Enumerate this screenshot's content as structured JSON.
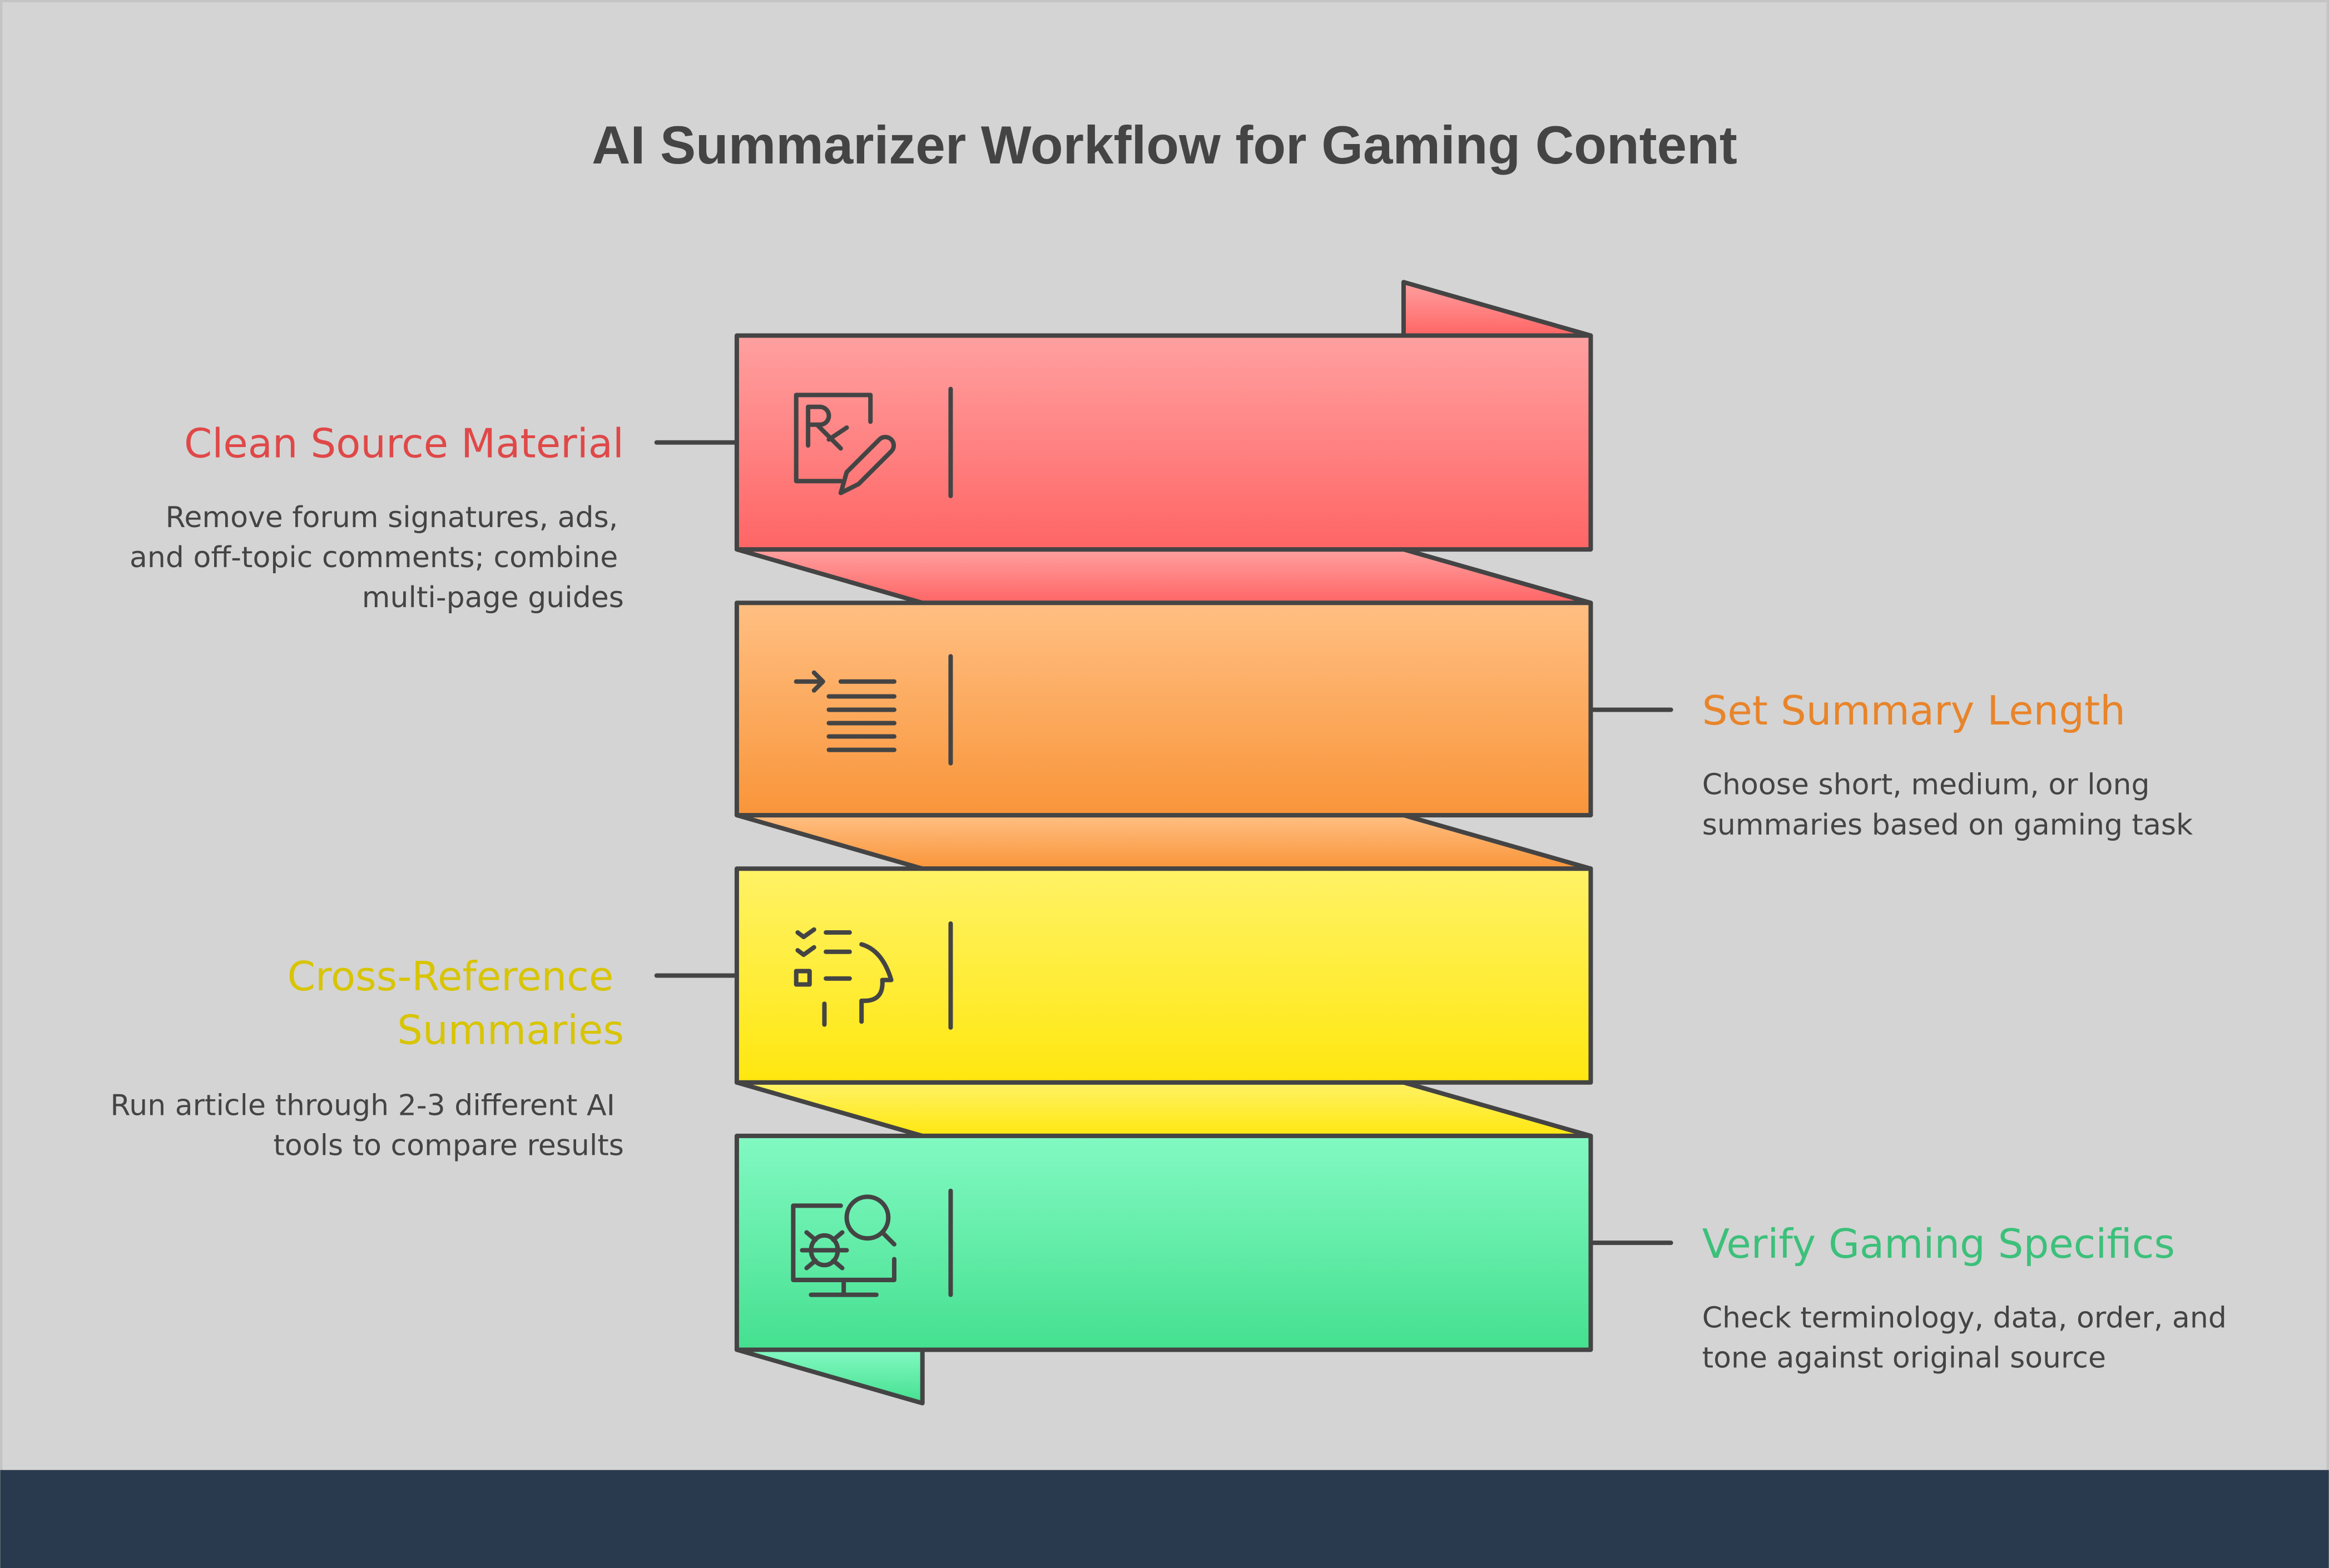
{
  "title": "AI Summarizer Workflow for Gaming Content",
  "steps": [
    {
      "label": "Clean Source Material",
      "label_lines": [
        "Clean Source Material"
      ],
      "description_lines": [
        "Remove forum signatures, ads,",
        "and off-topic comments; combine",
        "multi-page guides"
      ],
      "color": "#e04848",
      "icon": "prescription-pen-icon"
    },
    {
      "label": "Set Summary Length",
      "label_lines": [
        "Set Summary Length"
      ],
      "description_lines": [
        "Choose short, medium, or long",
        "summaries based on gaming task"
      ],
      "color": "#e8842a",
      "icon": "indented-text-icon"
    },
    {
      "label": "Cross-Reference Summaries",
      "label_lines": [
        "Cross-Reference",
        "Summaries"
      ],
      "description_lines": [
        "Run article through 2-3 different AI",
        "tools to compare results"
      ],
      "color": "#d8c400",
      "icon": "checklist-head-icon"
    },
    {
      "label": "Verify Gaming Specifics",
      "label_lines": [
        "Verify Gaming Specifics"
      ],
      "description_lines": [
        "Check terminology, data, order, and",
        "tone against original source"
      ],
      "color": "#3cc07a",
      "icon": "bug-search-monitor-icon"
    }
  ],
  "colors": {
    "background": "#d4d4d4",
    "footer": "#2a3a4e",
    "text": "#444444"
  }
}
